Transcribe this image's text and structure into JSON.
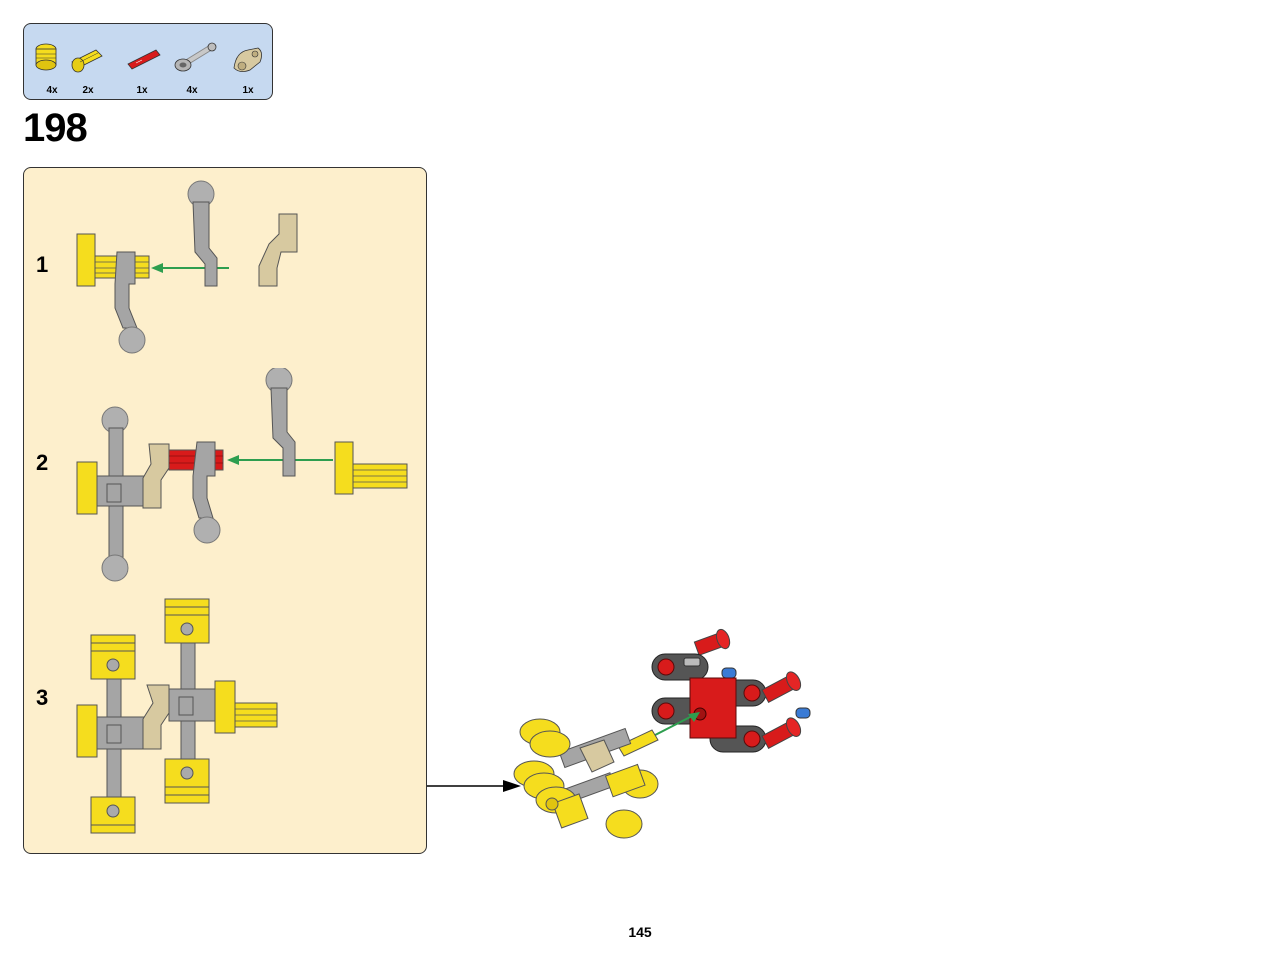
{
  "parts_list": [
    {
      "part": "yellow-piston-icon",
      "qty": "4x"
    },
    {
      "part": "yellow-axle-pin-icon",
      "qty": "2x"
    },
    {
      "part": "red-axle-pin-icon",
      "qty": "1x"
    },
    {
      "part": "gray-piston-rod-icon",
      "qty": "4x"
    },
    {
      "part": "tan-crank-connector-icon",
      "qty": "1x"
    }
  ],
  "step_number": "198",
  "substeps": [
    {
      "label": "1"
    },
    {
      "label": "2"
    },
    {
      "label": "3"
    }
  ],
  "page_number": "145",
  "colors": {
    "parts_box_bg": "#c6d9f0",
    "substep_panel_bg": "#fdefcc",
    "arrow_green": "#2e9e4f",
    "yellow": "#f5dd1e",
    "gray": "#a5a5a5",
    "tan": "#d7c9a0",
    "red": "#d81b1b"
  }
}
